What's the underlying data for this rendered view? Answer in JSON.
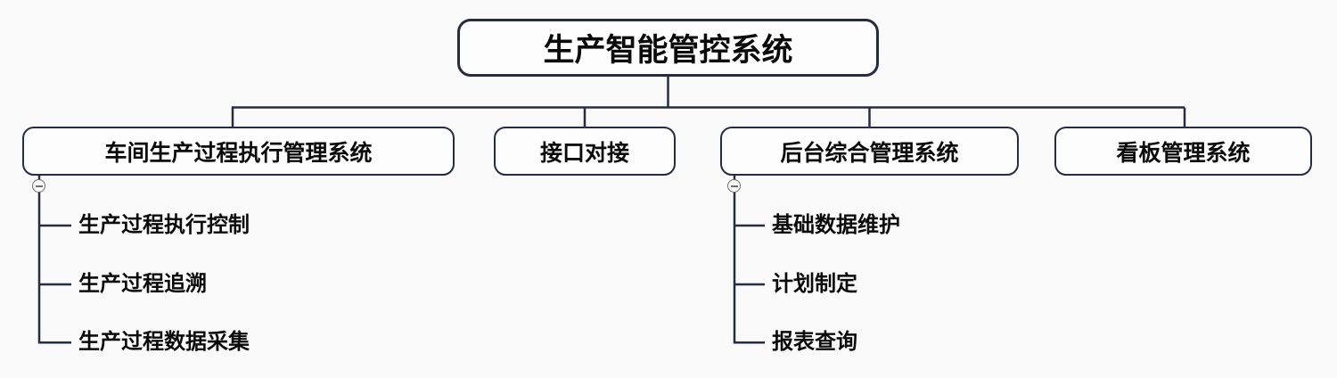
{
  "tree": {
    "root": {
      "label": "生产智能管控系统"
    },
    "branches": [
      {
        "label": "车间生产过程执行管理系统",
        "expanded": true,
        "children": [
          "生产过程执行控制",
          "生产过程追溯",
          "生产过程数据采集"
        ]
      },
      {
        "label": "接口对接",
        "children": []
      },
      {
        "label": "后台综合管理系统",
        "expanded": true,
        "children": [
          "基础数据维护",
          "计划制定",
          "报表查询"
        ]
      },
      {
        "label": "看板管理系统",
        "children": []
      }
    ]
  },
  "icons": {
    "collapse": "minus-circle"
  },
  "colors": {
    "line": "#272c41",
    "background": "#fafafa",
    "node_fill": "#fdfdfd",
    "text": "#0b0b0b",
    "collapse_icon": "#6f6f6f"
  }
}
